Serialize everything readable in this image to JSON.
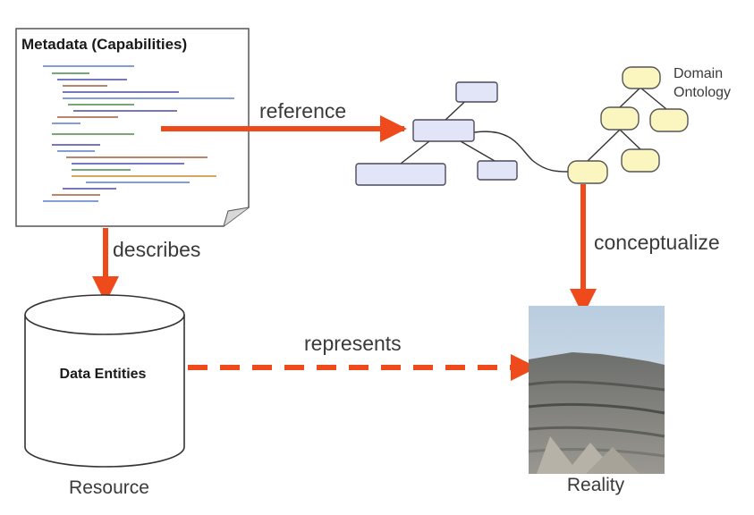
{
  "metadata_doc": {
    "title": "Metadata (Capabilities)"
  },
  "data_store": {
    "label": "Data Entities",
    "caption": "Resource"
  },
  "ontology": {
    "label_line1": "Domain",
    "label_line2": "Ontology"
  },
  "reality": {
    "caption": "Reality"
  },
  "edges": {
    "reference": "reference",
    "describes": "describes",
    "conceptualize": "conceptualize",
    "represents": "represents"
  },
  "colors": {
    "arrow": "#ee4a1c",
    "node_fill": "#e2e4f8",
    "node_stroke": "#4a4a5a",
    "ontology_fill": "#fbf5c0",
    "ontology_stroke": "#555555",
    "text": "#3a3a3a"
  }
}
